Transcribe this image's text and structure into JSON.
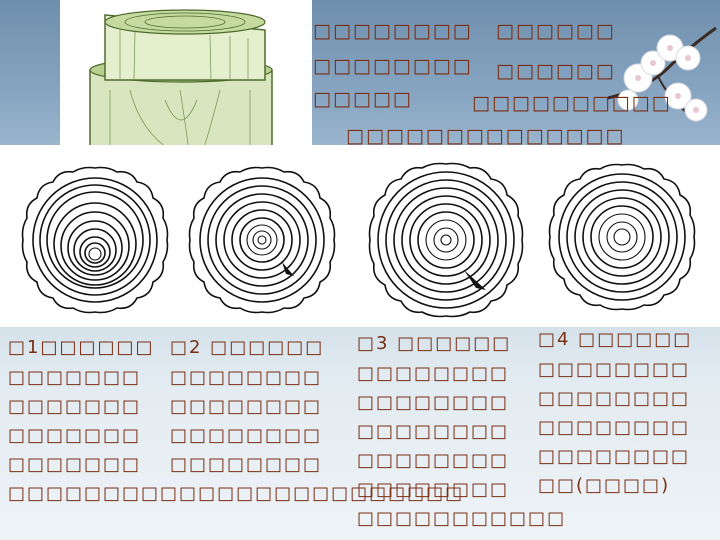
{
  "header_lines": [
    "□□□□□□□□",
    "□□□□□□",
    "□□□□□□□□",
    "□□□□□□",
    "□□□□□",
    "□□□□□□□□□□",
    "□□□□□□□□□□□□□□"
  ],
  "captions": {
    "c1": [
      "□1□□□□□□",
      "□□□□□□□",
      "□□□□□□□",
      "□□□□□□□",
      "□□□□□□□"
    ],
    "c2": [
      "□2 □□□□□□",
      "□□□□□□□□",
      "□□□□□□□□",
      "□□□□□□□□",
      "□□□□□□□□"
    ],
    "c3": [
      "□3 □□□□□□",
      "□□□□□□□□",
      "□□□□□□□□",
      "□□□□□□□□",
      "□□□□□□□□",
      "□□□□□□□□",
      "□□□□□□□□□□□"
    ],
    "c4": [
      "□4 □□□□□□",
      "□□□□□□□□",
      "□□□□□□□□",
      "□□□□□□□□",
      "□□□□□□□□",
      "□□(□□□□)"
    ],
    "shared_bottom": "□□□□□□□□□□□□□□□□□□□□□□□□"
  },
  "images": {
    "log_block": "tree-trunk-section-illustration",
    "blossom": "cherry-blossom-branch",
    "rings": [
      "tree-rings-1",
      "tree-rings-2",
      "tree-rings-3",
      "tree-rings-4"
    ]
  }
}
